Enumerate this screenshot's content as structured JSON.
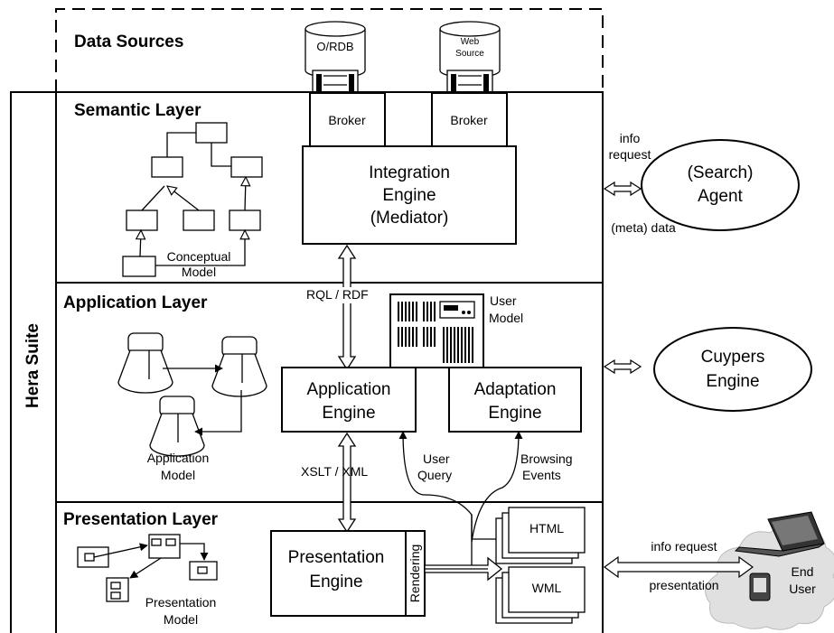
{
  "data_sources": {
    "title": "Data Sources",
    "db1": "O/RDB",
    "db2_line1": "Web",
    "db2_line2": "Source"
  },
  "hera_suite": "Hera Suite",
  "semantic": {
    "title": "Semantic Layer",
    "broker1": "Broker",
    "broker2": "Broker",
    "integration_line1": "Integration",
    "integration_line2": "Engine",
    "integration_line3": "(Mediator)",
    "model_line1": "Conceptual",
    "model_line2": "Model"
  },
  "agent": {
    "line1": "(Search)",
    "line2": "Agent",
    "info": "info",
    "request": "request",
    "meta": "(meta) data"
  },
  "application": {
    "title": "Application Layer",
    "rql": "RQL / RDF",
    "user_model_line1": "User",
    "user_model_line2": "Model",
    "app_engine_line1": "Application",
    "app_engine_line2": "Engine",
    "adapt_engine_line1": "Adaptation",
    "adapt_engine_line2": "Engine",
    "model_line1": "Application",
    "model_line2": "Model",
    "xslt": "XSLT / XML",
    "user_query_line1": "User",
    "user_query_line2": "Query",
    "browsing_line1": "Browsing",
    "browsing_line2": "Events"
  },
  "cuypers": {
    "line1": "Cuypers",
    "line2": "Engine"
  },
  "presentation": {
    "title": "Presentation Layer",
    "engine_line1": "Presentation",
    "engine_line2": "Engine",
    "rendering": "Rendering",
    "html": "HTML",
    "wml": "WML",
    "model_line1": "Presentation",
    "model_line2": "Model",
    "info_request": "info request",
    "presentation_label": "presentation",
    "end_user_line1": "End",
    "end_user_line2": "User"
  }
}
